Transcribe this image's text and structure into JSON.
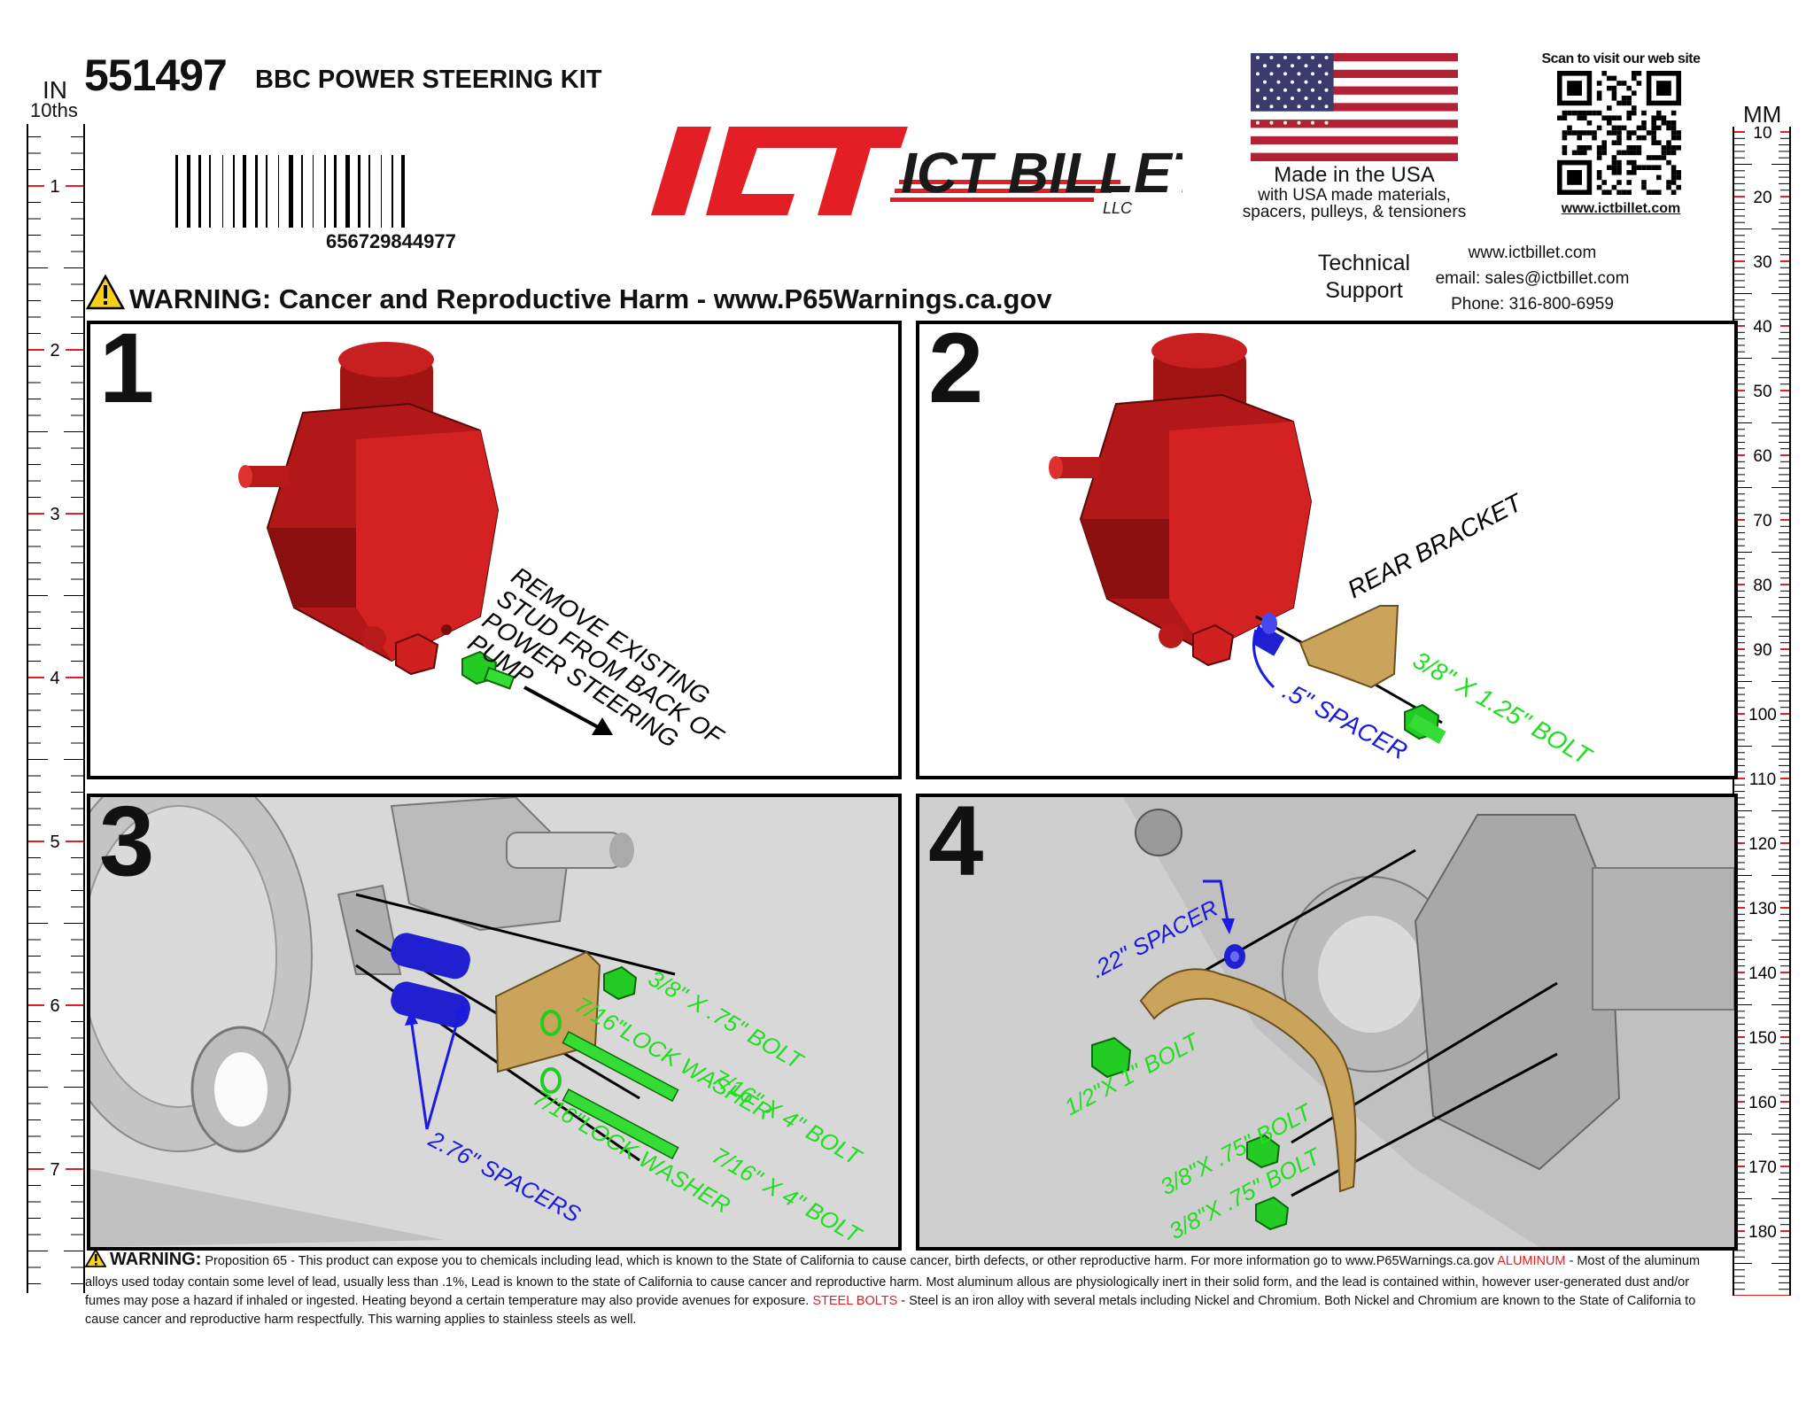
{
  "header": {
    "part_number": "551497",
    "title": "BBC POWER STEERING KIT",
    "barcode_number": "656729844977",
    "logo_text": "ICT BILLET",
    "logo_sub": "LLC",
    "warning_line": "WARNING: Cancer and Reproductive Harm - www.P65Warnings.ca.gov"
  },
  "made_in_usa": {
    "line1": "Made in the USA",
    "line2": "with USA made materials,",
    "line3": "spacers, pulleys, & tensioners"
  },
  "qr": {
    "caption": "Scan to visit our web site",
    "url": "www.ictbillet.com"
  },
  "support": {
    "label_line1": "Technical",
    "label_line2": "Support",
    "website": "www.ictbillet.com",
    "email": "email: sales@ictbillet.com",
    "phone": "Phone: 316-800-6959"
  },
  "ruler_in": {
    "unit": "IN",
    "sub": "10ths",
    "labels": [
      "1",
      "2",
      "3",
      "4",
      "5",
      "6",
      "7"
    ]
  },
  "ruler_mm": {
    "unit": "MM",
    "labels": [
      "10",
      "20",
      "30",
      "40",
      "50",
      "60",
      "70",
      "80",
      "90",
      "100",
      "110",
      "120",
      "130",
      "140",
      "150",
      "160",
      "170",
      "180"
    ]
  },
  "panels": [
    {
      "number": "1",
      "callouts": [
        "REMOVE EXISTING",
        "STUD FROM BACK OF",
        "POWER STEERING",
        "PUMP"
      ]
    },
    {
      "number": "2",
      "callouts": [
        "REAR BRACKET",
        ".5\" SPACER",
        "3/8\" X 1.25\" BOLT"
      ]
    },
    {
      "number": "3",
      "callouts": [
        "3/8\" X .75\" BOLT",
        "7/16\"LOCK WASHER",
        "7/16\" X 4\" BOLT",
        "7/16\"LOCK WASHER",
        "7/16\" X 4\" BOLT",
        "2.76\" SPACERS"
      ]
    },
    {
      "number": "4",
      "callouts": [
        ".22\" SPACER",
        "1/2\"X 1\" BOLT",
        "3/8\"X .75\" BOLT",
        "3/8\"X .75\" BOLT"
      ]
    }
  ],
  "footer": {
    "warning_label": "WARNING:",
    "text1": "Proposition 65 - This product can expose you to chemicals including lead, which is known to the State of California to cause cancer, birth defects, or other reproductive harm. For more information go to www.P65Warnings.ca.gov",
    "aluminum_label": "ALUMINUM",
    "text2": "- Most of the aluminum alloys used today contain some level of lead, usually less than .1%, Lead is known to the state of California to cause cancer and reproductive harm. Most aluminum allous are physiologically inert in their solid form, and the lead is contained within, however user-generated dust and/or fumes may pose a hazard if inhaled or ingested. Heating beyond a certain temperature may also provide avenues for exposure.",
    "steel_label": "STEEL BOLTS",
    "text3": "- Steel is an iron alloy with several metals including Nickel and Chromium. Both Nickel and Chromium are known to the State of California to cause cancer and reproductive harm respectfully. This warning applies to stainless steels as well."
  },
  "colors": {
    "brand_red": "#e31e24",
    "pump_red": "#c01818",
    "callout_green": "#22dd22",
    "callout_blue": "#1a1ae0",
    "bracket_gold": "#c9a45a",
    "footer_red": "#e31e24"
  }
}
